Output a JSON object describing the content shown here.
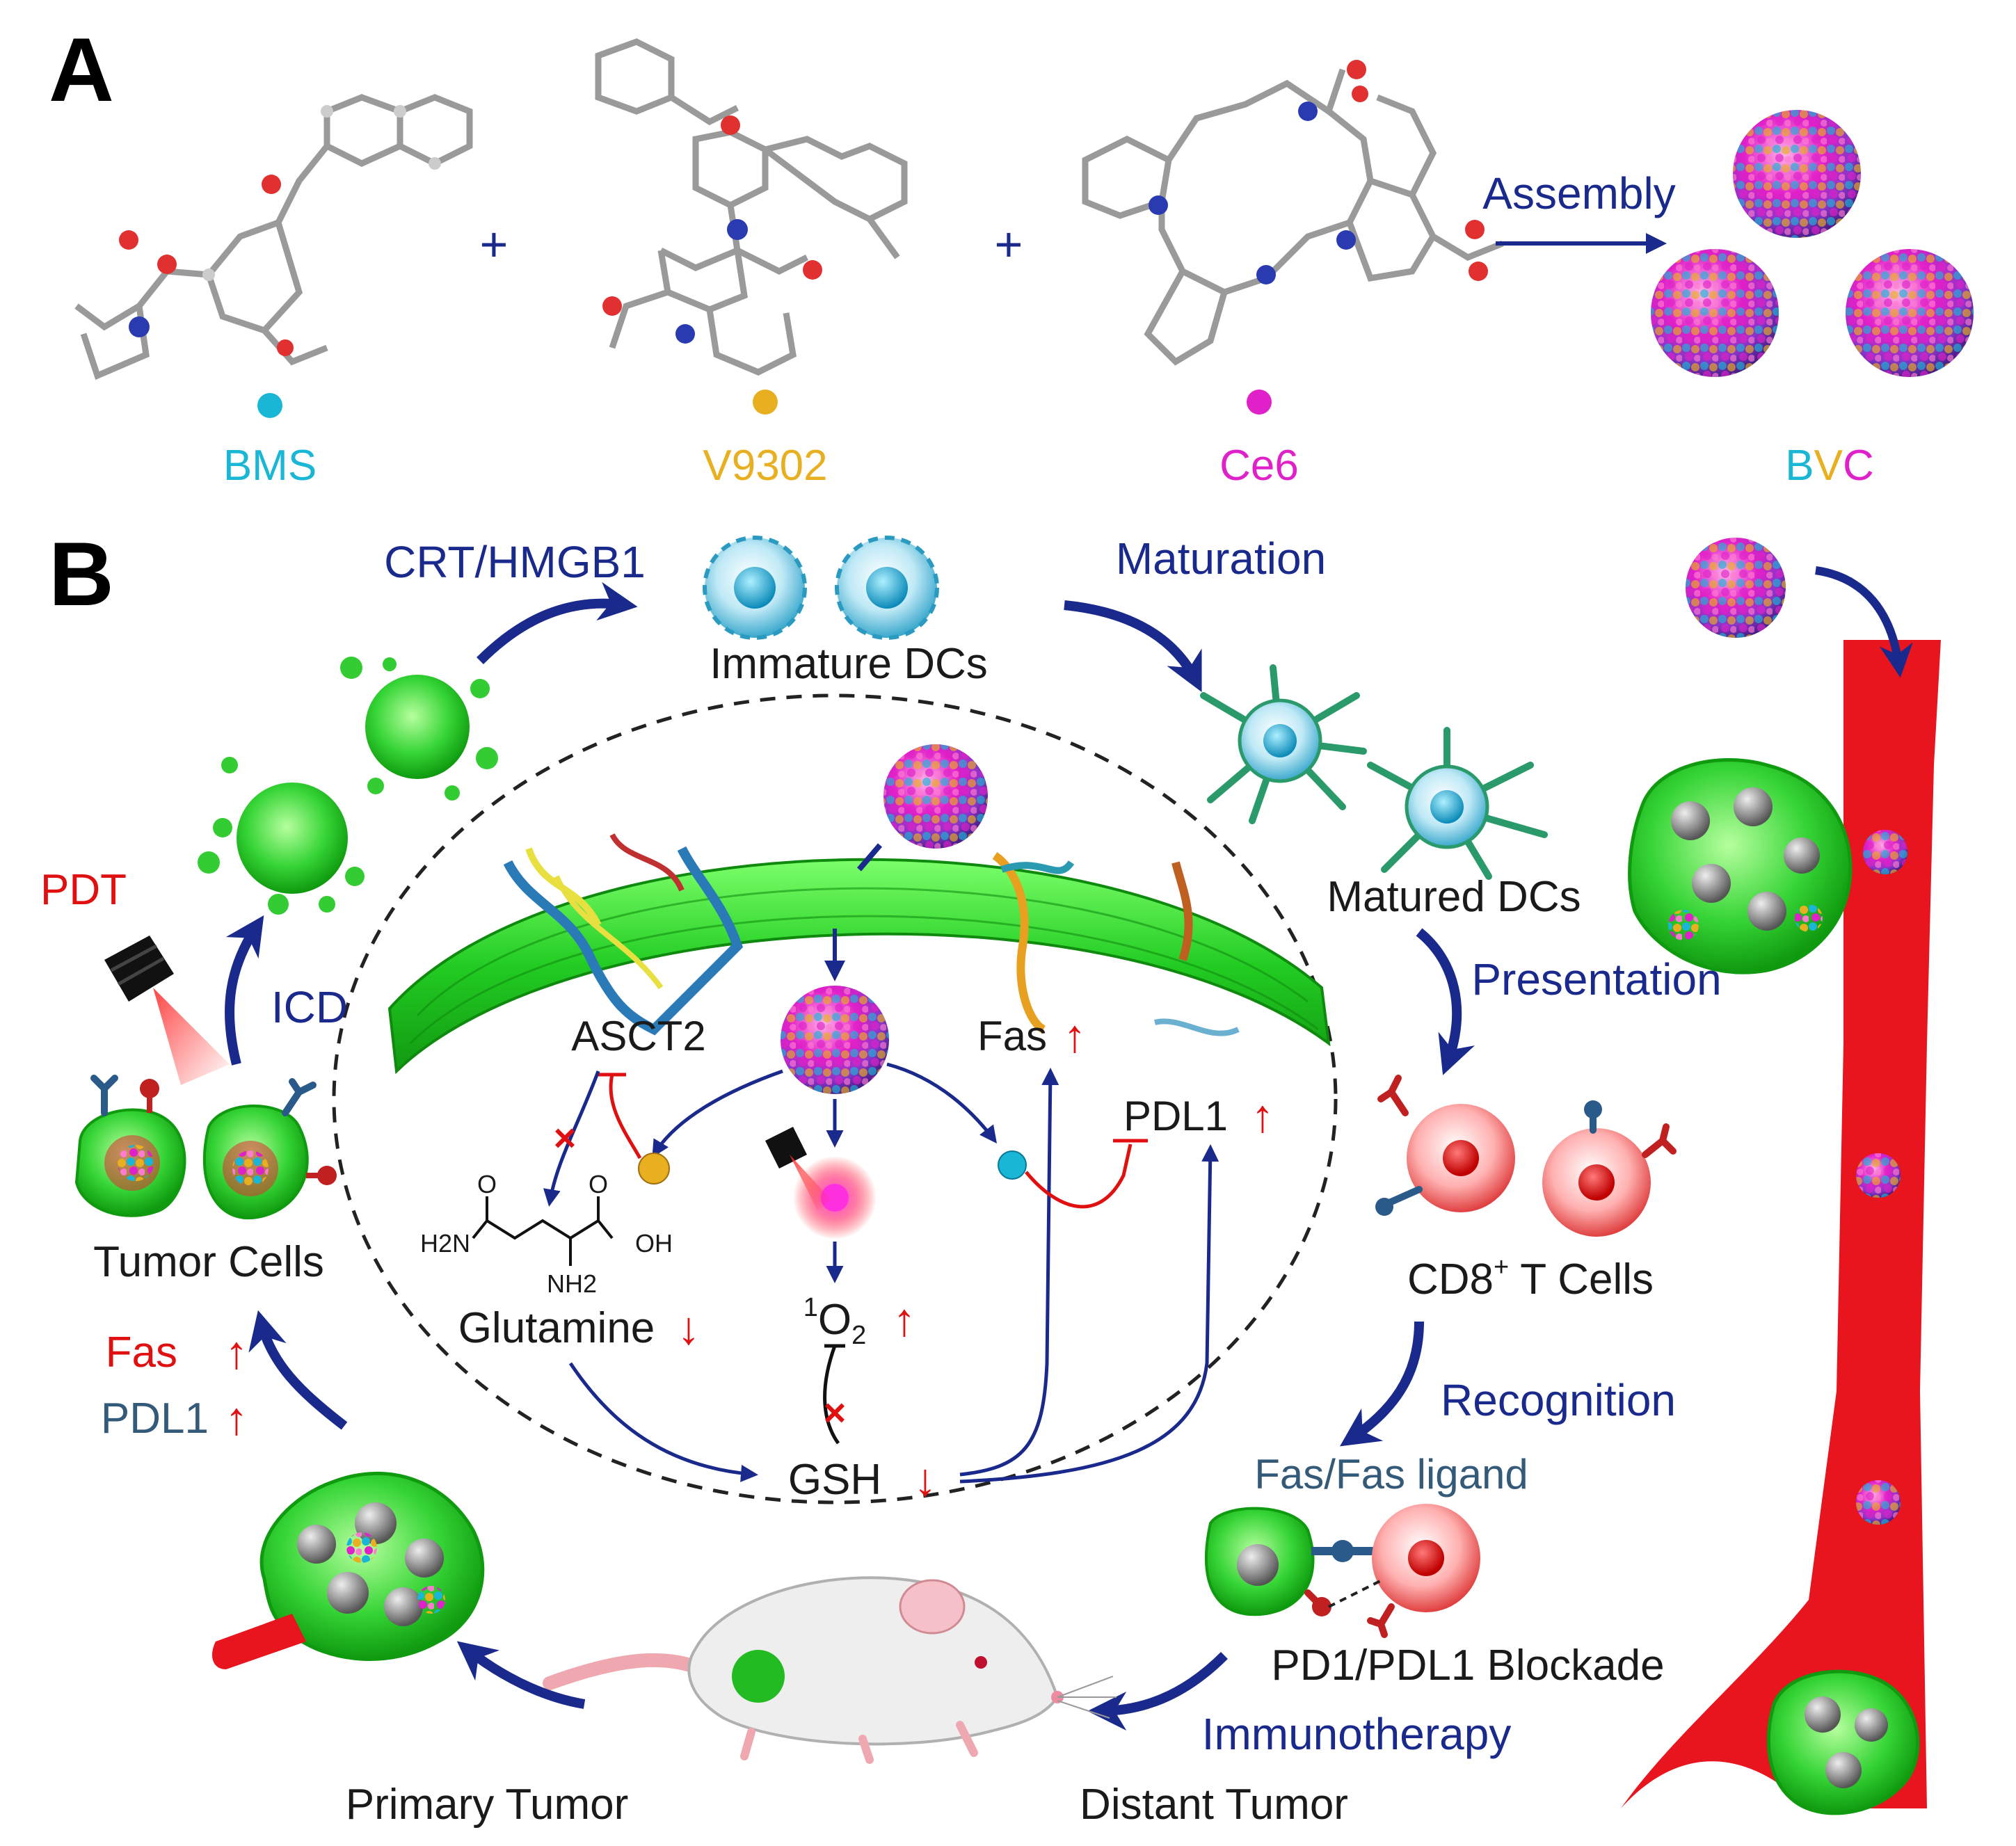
{
  "panels": {
    "a": "A",
    "b": "B"
  },
  "panel_a": {
    "plus1": "+",
    "plus2": "+",
    "molecules": [
      {
        "label": "BMS",
        "color": "#19b6d6"
      },
      {
        "label": "V9302",
        "color": "#e8b020"
      },
      {
        "label": "Ce6",
        "color": "#e020c8"
      }
    ],
    "assembly_label": "Assembly",
    "product": {
      "part1": "B",
      "part2": "V",
      "part3": "C"
    }
  },
  "panel_b": {
    "cycle": {
      "crt_hmgb1": "CRT/HMGB1",
      "immature_dcs": "Immature DCs",
      "maturation": "Maturation",
      "matured_dcs": "Matured DCs",
      "presentation": "Presentation",
      "cd8": "CD8",
      "cd8_sup": "+",
      "t_cells": " T Cells",
      "recognition": "Recognition",
      "fas_ligand": "Fas/Fas ligand",
      "pd1_blockade": "PD1/PDL1 Blockade",
      "immunotherapy": "Immunotherapy",
      "distant_tumor": "Distant Tumor",
      "primary_tumor": "Primary Tumor",
      "fas": "Fas",
      "pdl1": "PDL1",
      "up_arrow": "↑",
      "tumor_cells": "Tumor Cells",
      "icd": "ICD",
      "pdt": "PDT"
    },
    "cell": {
      "asct2": "ASCT2",
      "fas": "Fas",
      "pdl1": "PDL1",
      "glutamine": "Glutamine",
      "singlet_sup": "1",
      "singlet_o": "O",
      "singlet_sub": "2",
      "gsh": "GSH",
      "up_arrow": "↑",
      "down_arrow": "↓",
      "inhibit_mark": "×",
      "struct_h2n": "H2N",
      "struct_o1": "O",
      "struct_o2": "O",
      "struct_oh": "OH",
      "struct_nh2": "NH2"
    },
    "colors": {
      "navy": "#1a2a8c",
      "red": "#e01010",
      "green": "#22cc22",
      "vessel": "#e8141e"
    }
  }
}
